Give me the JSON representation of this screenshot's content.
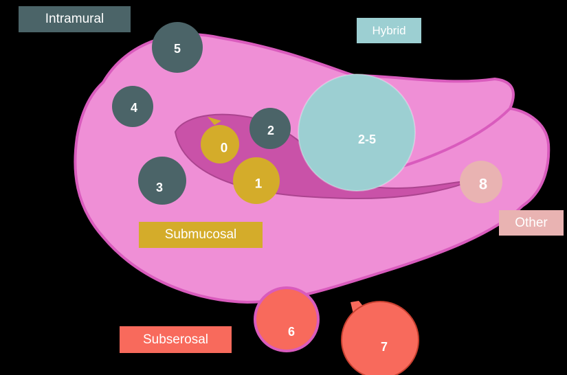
{
  "colors": {
    "background": "#000000",
    "uterus": "#ef8fd6",
    "uterus_outline": "#d95bbd",
    "cavity": "#c84fa6",
    "intramural": "#4b6468",
    "submucosal": "#d4ac2a",
    "subserosal": "#f86a5c",
    "hybrid": "#9ccfd2",
    "other": "#e9b3b2"
  },
  "legend": {
    "intramural": "Intramural",
    "hybrid": "Hybrid",
    "submucosal": "Submucosal",
    "subserosal": "Subserosal",
    "other": "Other"
  },
  "fibroids": [
    {
      "label": "0",
      "category": "submucosal"
    },
    {
      "label": "1",
      "category": "submucosal"
    },
    {
      "label": "2",
      "category": "intramural"
    },
    {
      "label": "3",
      "category": "intramural"
    },
    {
      "label": "4",
      "category": "intramural"
    },
    {
      "label": "5",
      "category": "intramural"
    },
    {
      "label": "6",
      "category": "subserosal"
    },
    {
      "label": "7",
      "category": "subserosal"
    },
    {
      "label": "2-5",
      "category": "hybrid"
    },
    {
      "label": "8",
      "category": "other"
    }
  ]
}
